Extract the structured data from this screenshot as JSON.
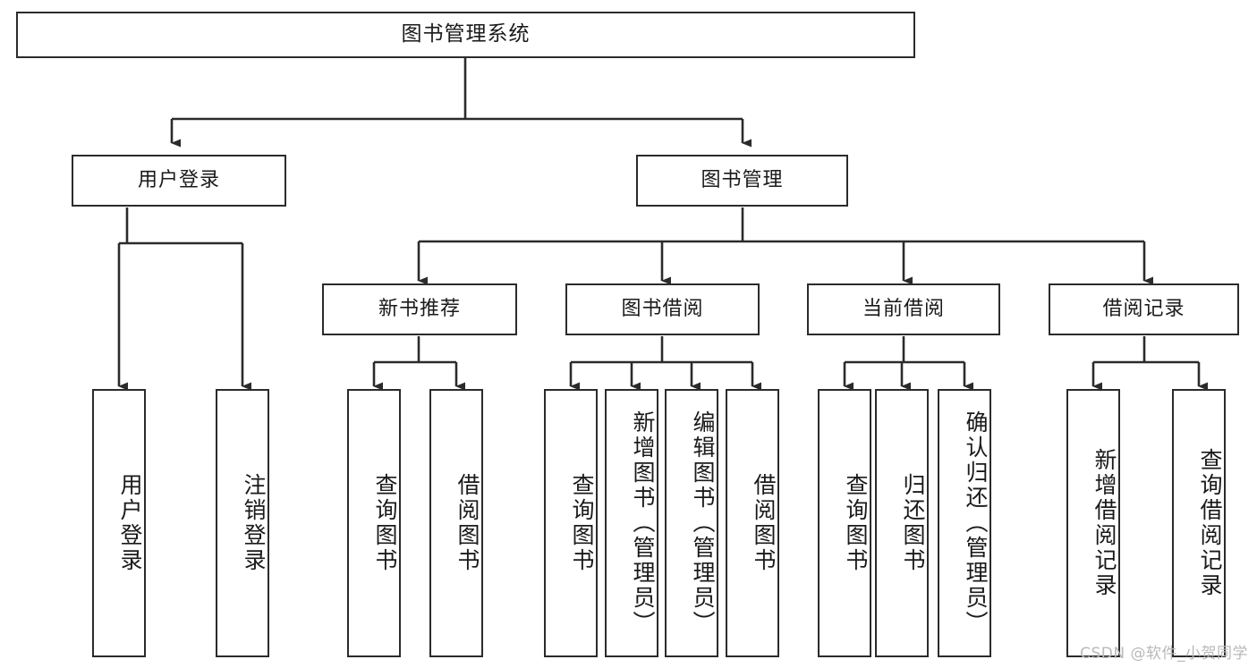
{
  "diagram": {
    "title": "图书管理系统",
    "type": "hierarchy-tree",
    "watermark": "CSDN @软件_小贺同学",
    "colors": {
      "background": "#ffffff",
      "border": "#2b2b2b",
      "text": "#1a1a1a",
      "connector": "#2b2b2b",
      "watermark": "#b9b9b9"
    }
  },
  "nodes": {
    "root": {
      "label": "图书管理系统",
      "level": 1,
      "orientation": "horizontal"
    },
    "level2": [
      {
        "id": "user-login",
        "label": "用户登录",
        "orientation": "horizontal"
      },
      {
        "id": "book-manage",
        "label": "图书管理",
        "orientation": "horizontal"
      }
    ],
    "level3": [
      {
        "id": "new-book-recommend",
        "label": "新书推荐",
        "orientation": "horizontal",
        "parent": "book-manage"
      },
      {
        "id": "book-borrow",
        "label": "图书借阅",
        "orientation": "horizontal",
        "parent": "book-manage"
      },
      {
        "id": "current-borrow",
        "label": "当前借阅",
        "orientation": "horizontal",
        "parent": "book-manage"
      },
      {
        "id": "borrow-record",
        "label": "借阅记录",
        "orientation": "horizontal",
        "parent": "book-manage"
      }
    ],
    "leaves": [
      {
        "id": "leaf-user-login",
        "label": "用户登录",
        "parent": "user-login",
        "orientation": "vertical"
      },
      {
        "id": "leaf-logout-login",
        "label": "注销登录",
        "parent": "user-login",
        "orientation": "vertical"
      },
      {
        "id": "leaf-query-book-1",
        "label": "查询图书",
        "parent": "new-book-recommend",
        "orientation": "vertical"
      },
      {
        "id": "leaf-borrow-book-1",
        "label": "借阅图书",
        "parent": "new-book-recommend",
        "orientation": "vertical"
      },
      {
        "id": "leaf-query-book-2",
        "label": "查询图书",
        "parent": "book-borrow",
        "orientation": "vertical"
      },
      {
        "id": "leaf-add-book",
        "label": "新增图书（管理员）",
        "parent": "book-borrow",
        "orientation": "vertical"
      },
      {
        "id": "leaf-edit-book",
        "label": "编辑图书（管理员）",
        "parent": "book-borrow",
        "orientation": "vertical"
      },
      {
        "id": "leaf-borrow-book-2",
        "label": "借阅图书",
        "parent": "book-borrow",
        "orientation": "vertical"
      },
      {
        "id": "leaf-query-book-3",
        "label": "查询图书",
        "parent": "current-borrow",
        "orientation": "vertical"
      },
      {
        "id": "leaf-return-book",
        "label": "归还图书",
        "parent": "current-borrow",
        "orientation": "vertical"
      },
      {
        "id": "leaf-confirm-return",
        "label": "确认归还（管理员）",
        "parent": "current-borrow",
        "orientation": "vertical"
      },
      {
        "id": "leaf-add-record",
        "label": "新增借阅记录",
        "parent": "borrow-record",
        "orientation": "vertical"
      },
      {
        "id": "leaf-query-record",
        "label": "查询借阅记录",
        "parent": "borrow-record",
        "orientation": "vertical"
      }
    ]
  }
}
